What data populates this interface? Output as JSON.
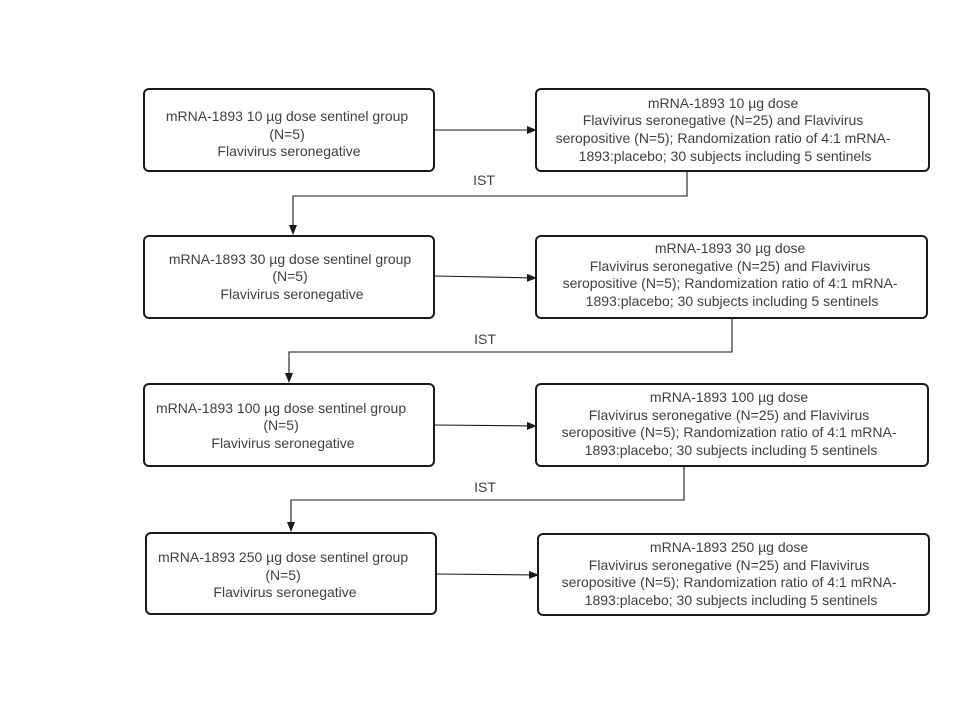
{
  "rows": [
    {
      "sentinel": {
        "lines": [
          "mRNA-1893 10 µg dose sentinel group",
          "(N=5)",
          "Flavivirus seronegative"
        ]
      },
      "dose": {
        "lines": [
          "mRNA-1893 10 µg dose",
          "Flavivirus seronegative (N=25) and Flavivirus",
          "seropositive (N=5); Randomization ratio of 4:1 mRNA-",
          "1893:placebo; 30 subjects including 5 sentinels"
        ]
      }
    },
    {
      "sentinel": {
        "lines": [
          "mRNA-1893 30 µg dose sentinel group",
          "(N=5)",
          "Flavivirus seronegative"
        ]
      },
      "dose": {
        "lines": [
          "mRNA-1893 30 µg dose",
          "Flavivirus seronegative (N=25) and Flavivirus",
          "seropositive (N=5); Randomization ratio of 4:1 mRNA-",
          "1893:placebo; 30 subjects including 5 sentinels"
        ]
      }
    },
    {
      "sentinel": {
        "lines": [
          "mRNA-1893 100 µg dose sentinel group",
          "(N=5)",
          "Flavivirus seronegative"
        ]
      },
      "dose": {
        "lines": [
          "mRNA-1893 100 µg dose",
          "Flavivirus seronegative (N=25) and Flavivirus",
          "seropositive (N=5); Randomization ratio of 4:1 mRNA-",
          "1893:placebo; 30 subjects including 5 sentinels"
        ]
      }
    },
    {
      "sentinel": {
        "lines": [
          "mRNA-1893 250 µg dose sentinel group",
          "(N=5)",
          "Flavivirus seronegative"
        ]
      },
      "dose": {
        "lines": [
          "mRNA-1893 250 µg dose",
          "Flavivirus seronegative (N=25) and Flavivirus",
          "seropositive (N=5); Randomization ratio of 4:1 mRNA-",
          "1893:placebo; 30 subjects including 5 sentinels"
        ]
      }
    }
  ],
  "transitions": [
    {
      "label": "IST"
    },
    {
      "label": "IST"
    },
    {
      "label": "IST"
    }
  ]
}
